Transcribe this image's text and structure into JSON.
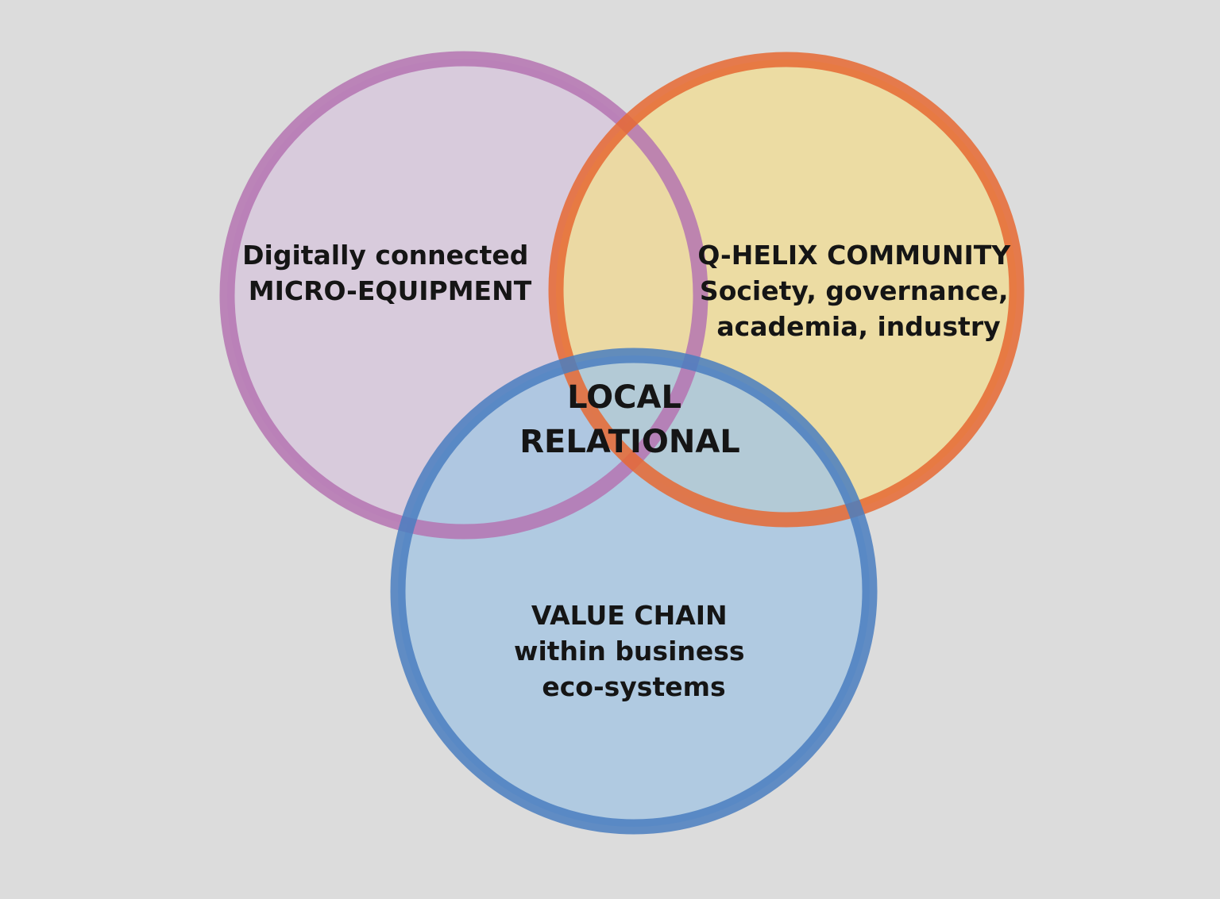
{
  "diagram": {
    "background": "#dcdcdc",
    "circles": [
      {
        "id": "micro-equipment",
        "stroke": "#b574b2",
        "fill": "#d7c7dc",
        "lines": [
          "Digitally connected",
          "MICRO-EQUIPMENT"
        ]
      },
      {
        "id": "q-helix",
        "stroke": "#e66833",
        "fill": "#f0dc95",
        "lines": [
          "Q-HELIX COMMUNITY",
          "Society, governance,",
          "academia, industry"
        ]
      },
      {
        "id": "value-chain",
        "stroke": "#4a7ec0",
        "fill": "#a5c5e2",
        "lines": [
          "VALUE CHAIN",
          "within business",
          "eco-systems"
        ]
      }
    ],
    "center": {
      "lines": [
        "LOCAL",
        "RELATIONAL"
      ]
    }
  }
}
